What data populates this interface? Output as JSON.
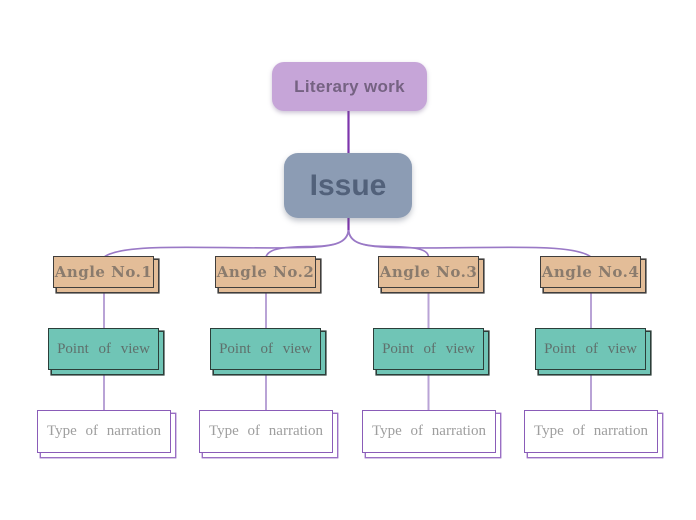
{
  "diagram": {
    "root_label": "Literary work",
    "issue_label": "Issue",
    "columns": [
      {
        "angle_label": "Angle No.1",
        "point_label": "Point of view",
        "narration_label": "Type of narration"
      },
      {
        "angle_label": "Angle No.2",
        "point_label": "Point of view",
        "narration_label": "Type of narration"
      },
      {
        "angle_label": "Angle No.3",
        "point_label": "Point of view",
        "narration_label": "Type of narration"
      },
      {
        "angle_label": "Angle No.4",
        "point_label": "Point of view",
        "narration_label": "Type of narration"
      }
    ],
    "colors": {
      "root_fill": "#c6a5d8",
      "root_text": "#756282",
      "issue_fill": "#8c9cb4",
      "issue_text": "#52617a",
      "angle_fill": "#e3bd98",
      "angle_text": "#8a7b6d",
      "point_fill": "#70c5b6",
      "point_text": "#5f706c",
      "narration_border": "#8a5cb8",
      "narration_text": "#9e9e9e",
      "connector_primary": "#7d35ac",
      "connector_branch": "#9a79c6",
      "connector_column": "#b9a3d6",
      "background": "#ffffff"
    }
  }
}
